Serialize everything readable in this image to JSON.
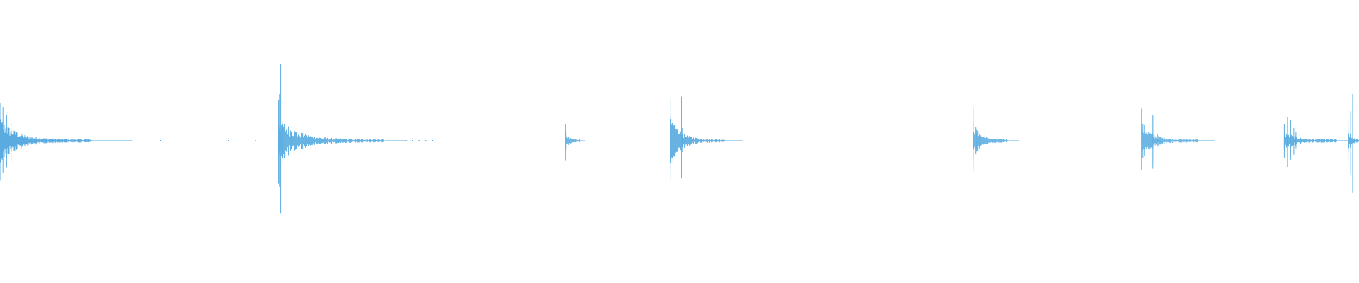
{
  "waveform": {
    "color": "#5aace0",
    "background": "#ffffff",
    "events": [
      {
        "start": 0,
        "peaks": [
          {
            "pos": 0.0,
            "amp": 0.45
          },
          {
            "pos": 0.08,
            "amp": 0.4
          },
          {
            "pos": 0.18,
            "amp": 0.3
          },
          {
            "pos": 0.3,
            "amp": 0.22
          },
          {
            "pos": 0.45,
            "amp": 0.1
          },
          {
            "pos": 0.6,
            "amp": 0.06
          }
        ],
        "tail": 0.1,
        "dots": [
          0.05,
          0.1,
          0.12
        ]
      },
      {
        "start": 0.205,
        "peaks": [
          {
            "pos": 0.0,
            "amp": 0.48
          },
          {
            "pos": 0.02,
            "amp": 0.55
          },
          {
            "pos": 0.05,
            "amp": 0.9
          },
          {
            "pos": 0.1,
            "amp": 0.2
          },
          {
            "pos": 0.3,
            "amp": 0.1
          }
        ],
        "tail": 0.055,
        "dots": [
          0.015,
          0.02,
          0.025,
          0.03,
          0.035
        ]
      },
      {
        "start": 0.416,
        "peaks": [
          {
            "pos": 0.0,
            "amp": 0.2
          }
        ],
        "tail": 0.01,
        "dots": []
      },
      {
        "start": 0.493,
        "peaks": [
          {
            "pos": 0.0,
            "amp": 0.5
          },
          {
            "pos": 0.5,
            "amp": 0.52
          },
          {
            "pos": 0.55,
            "amp": 0.15
          }
        ],
        "tail": 0.04,
        "dots": []
      },
      {
        "start": 0.716,
        "peaks": [
          {
            "pos": 0.0,
            "amp": 0.4
          },
          {
            "pos": 0.25,
            "amp": 0.1
          },
          {
            "pos": 0.45,
            "amp": 0.08
          }
        ],
        "tail": 0.025,
        "dots": []
      },
      {
        "start": 0.84,
        "peaks": [
          {
            "pos": 0.0,
            "amp": 0.38
          },
          {
            "pos": 0.5,
            "amp": 0.3
          },
          {
            "pos": 0.55,
            "amp": 0.28
          },
          {
            "pos": 0.7,
            "amp": 0.08
          }
        ],
        "tail": 0.04,
        "dots": []
      },
      {
        "start": 0.945,
        "peaks": [
          {
            "pos": 0.0,
            "amp": 0.2
          },
          {
            "pos": 0.15,
            "amp": 0.28
          },
          {
            "pos": 0.3,
            "amp": 0.25
          },
          {
            "pos": 0.45,
            "amp": 0.15
          },
          {
            "pos": 0.55,
            "amp": 0.1
          }
        ],
        "tail": 0.045,
        "dots": []
      },
      {
        "start": 0.992,
        "peaks": [
          {
            "pos": 0.0,
            "amp": 0.25
          },
          {
            "pos": 0.45,
            "amp": 0.35
          },
          {
            "pos": 0.8,
            "amp": 0.55
          }
        ],
        "tail": 0.008,
        "dots": []
      }
    ]
  }
}
